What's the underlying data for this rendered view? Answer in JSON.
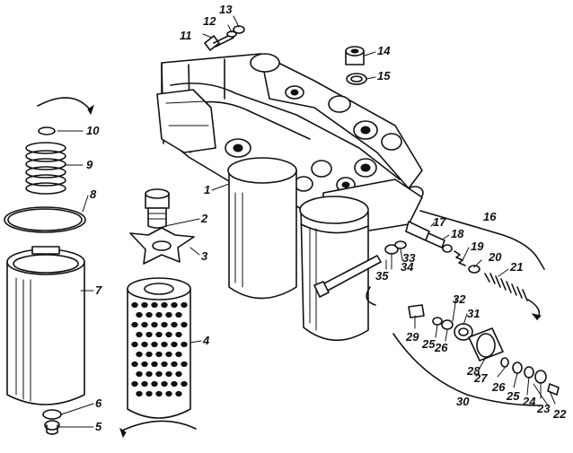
{
  "diagram": {
    "callouts": [
      {
        "id": "c1",
        "text": "1"
      },
      {
        "id": "c2",
        "text": "2"
      },
      {
        "id": "c3",
        "text": "3"
      },
      {
        "id": "c4",
        "text": "4"
      },
      {
        "id": "c5",
        "text": "5"
      },
      {
        "id": "c6",
        "text": "6"
      },
      {
        "id": "c7",
        "text": "7"
      },
      {
        "id": "c8",
        "text": "8"
      },
      {
        "id": "c9",
        "text": "9"
      },
      {
        "id": "c10",
        "text": "10"
      },
      {
        "id": "c11",
        "text": "11"
      },
      {
        "id": "c12",
        "text": "12"
      },
      {
        "id": "c13",
        "text": "13"
      },
      {
        "id": "c14",
        "text": "14"
      },
      {
        "id": "c15",
        "text": "15"
      },
      {
        "id": "c16",
        "text": "16"
      },
      {
        "id": "c17",
        "text": "17"
      },
      {
        "id": "c18",
        "text": "18"
      },
      {
        "id": "c19",
        "text": "19"
      },
      {
        "id": "c20",
        "text": "20"
      },
      {
        "id": "c21",
        "text": "21"
      },
      {
        "id": "c22",
        "text": "22"
      },
      {
        "id": "c23",
        "text": "23"
      },
      {
        "id": "c24",
        "text": "24"
      },
      {
        "id": "c25a",
        "text": "25"
      },
      {
        "id": "c25b",
        "text": "25"
      },
      {
        "id": "c26a",
        "text": "26"
      },
      {
        "id": "c26b",
        "text": "26"
      },
      {
        "id": "c27",
        "text": "27"
      },
      {
        "id": "c28",
        "text": "28"
      },
      {
        "id": "c29",
        "text": "29"
      },
      {
        "id": "c30",
        "text": "30"
      },
      {
        "id": "c31",
        "text": "31"
      },
      {
        "id": "c32",
        "text": "32"
      },
      {
        "id": "c33",
        "text": "33"
      },
      {
        "id": "c34",
        "text": "34"
      },
      {
        "id": "c35",
        "text": "35"
      }
    ]
  }
}
